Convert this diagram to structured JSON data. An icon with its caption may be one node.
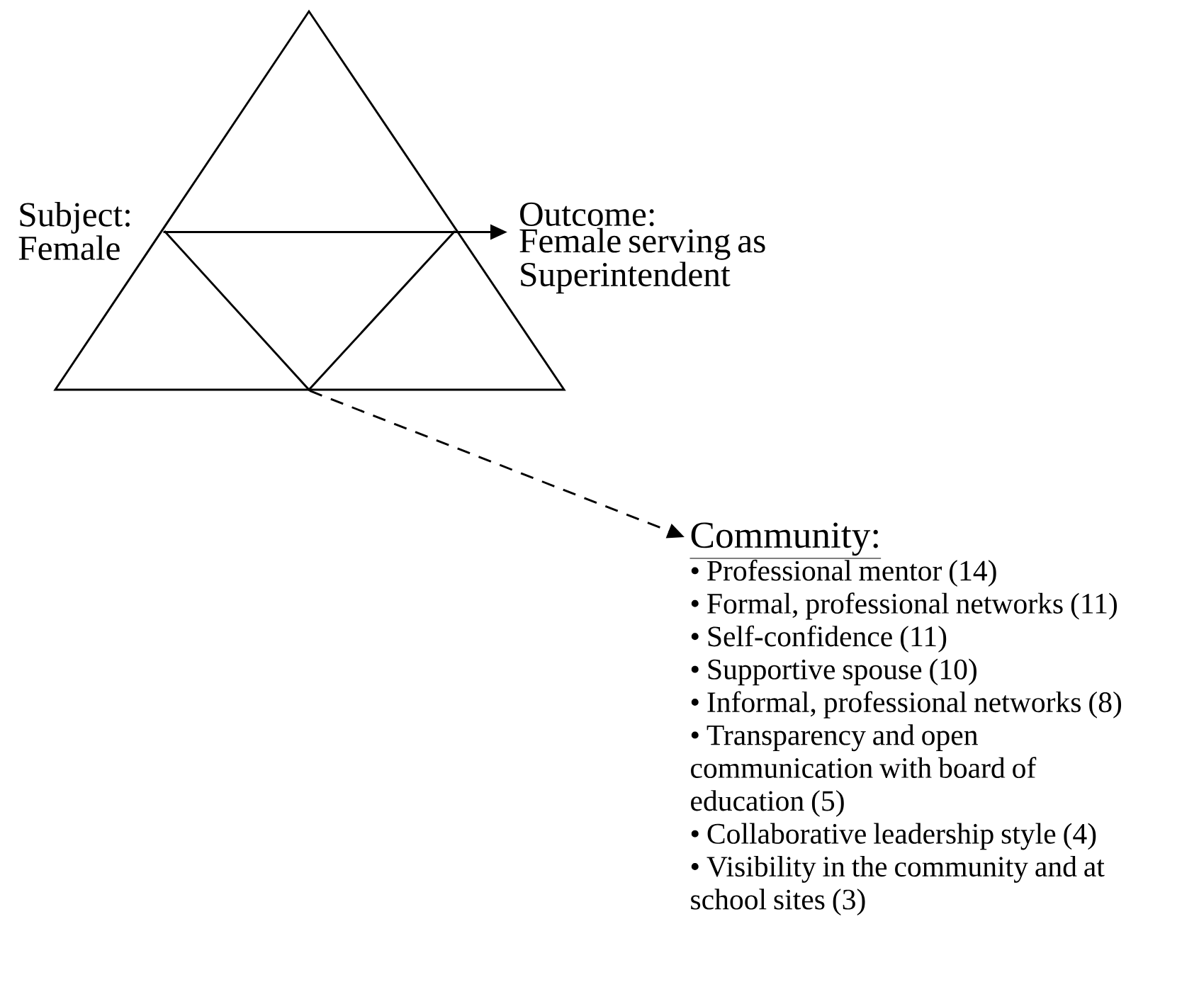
{
  "diagram": {
    "nodes": [
      {
        "text": [],
        "shape": "triangle"
      },
      {
        "text": [
          "Subject:",
          "Female"
        ]
      },
      {
        "text": [
          "Outcome:",
          "Female serving as Superintendent"
        ]
      },
      {
        "text": [
          "Community:",
          "• Professional mentor (14)",
          "• Formal, professional networks (11)",
          "• Self-confidence (11)",
          "• Supportive spouse (10)",
          "• Informal, professional networks (8)",
          "• Transparency and open communication with board of education (5)",
          "• Collaborative leadership style (4)",
          "• Visibility in the community and at school sites (3)"
        ]
      }
    ],
    "edges": [
      {
        "from": 0,
        "to": 2,
        "arrow": "to"
      },
      {
        "from": 0,
        "to": 3,
        "arrow": "to",
        "style": "dashed"
      }
    ]
  }
}
